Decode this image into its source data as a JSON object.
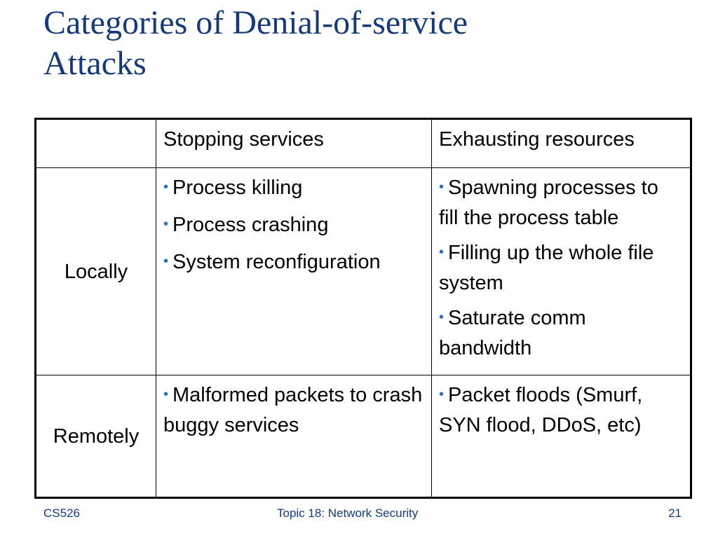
{
  "slide": {
    "title_lines": [
      "Categories of Denial-of-service",
      "Attacks"
    ]
  },
  "table": {
    "headers": [
      "",
      "Stopping services",
      "Exhausting resources"
    ],
    "rows": [
      {
        "label": "Locally",
        "stopping": [
          "Process killing",
          "Process crashing",
          "System reconfiguration"
        ],
        "exhausting": [
          "Spawning processes to fill the process table",
          "Filling up the whole file system",
          "Saturate comm bandwidth"
        ]
      },
      {
        "label": "Remotely",
        "stopping": [
          "Malformed packets to crash buggy services"
        ],
        "exhausting": [
          "Packet floods (Smurf, SYN flood, DDoS, etc)"
        ]
      }
    ]
  },
  "footer": {
    "left": "CS526",
    "center": "Topic 18: Network Security",
    "right": "21"
  },
  "colors": {
    "title": "#163a78",
    "bullet": "#2b6cc4",
    "footer": "#163a78"
  }
}
